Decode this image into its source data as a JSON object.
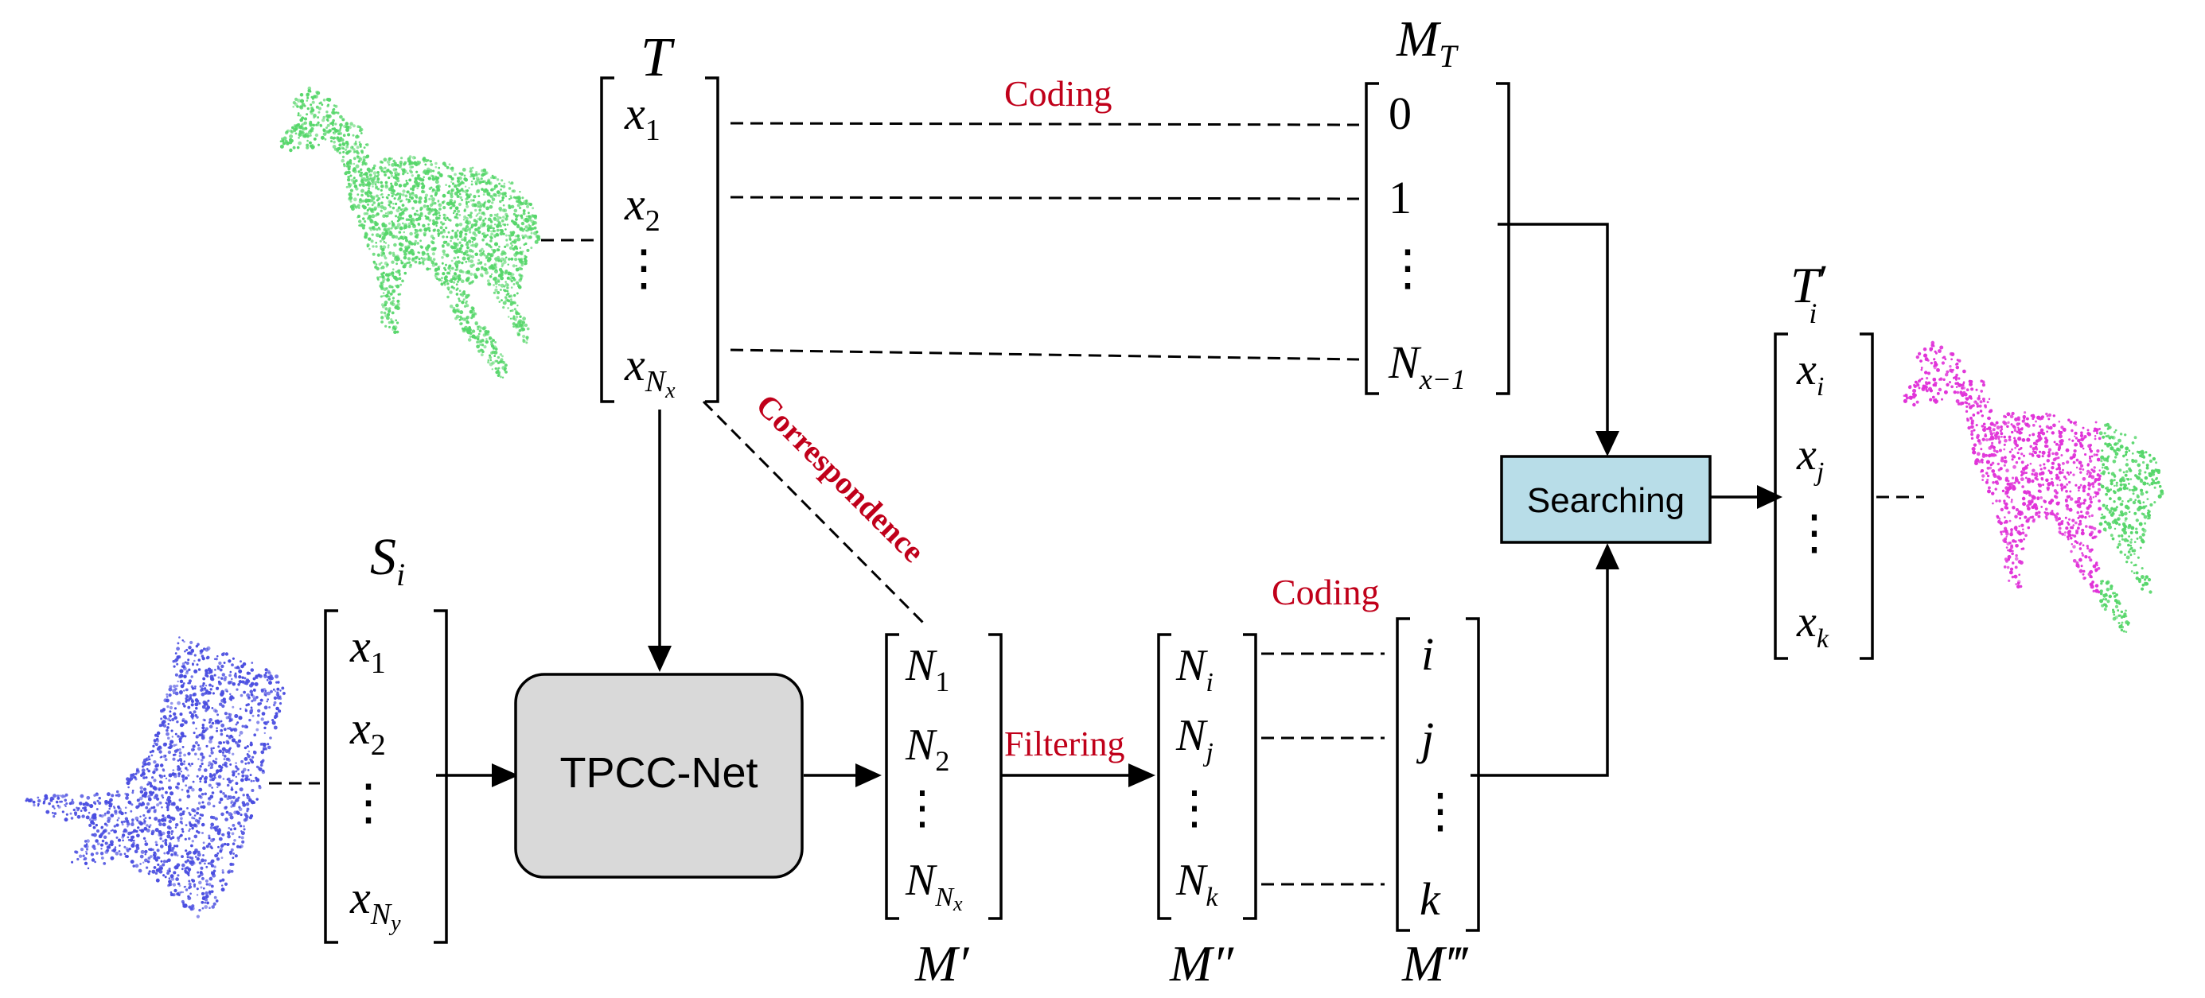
{
  "matrices": {
    "T": {
      "label": "T",
      "rows": [
        {
          "b": "x",
          "s": "1"
        },
        {
          "b": "x",
          "s": "2"
        },
        {
          "b": "⋮",
          "s": ""
        },
        {
          "b": "x",
          "s": "N",
          "ss": "x"
        }
      ]
    },
    "MT": {
      "label": "M",
      "label_sub": "T",
      "rows": [
        {
          "b": "0"
        },
        {
          "b": "1"
        },
        {
          "b": "⋮"
        },
        {
          "b": "N",
          "s": "x−1"
        }
      ]
    },
    "Si": {
      "label": "S",
      "label_sub": "i",
      "rows": [
        {
          "b": "x",
          "s": "1"
        },
        {
          "b": "x",
          "s": "2"
        },
        {
          "b": "⋮",
          "s": ""
        },
        {
          "b": "x",
          "s": "N",
          "ss": "y"
        }
      ]
    },
    "Mp": {
      "label": "M′",
      "rows": [
        {
          "b": "N",
          "s": "1"
        },
        {
          "b": "N",
          "s": "2"
        },
        {
          "b": "⋮",
          "s": ""
        },
        {
          "b": "N",
          "s": "N",
          "ss": "x"
        }
      ]
    },
    "Mpp": {
      "label": "M″",
      "rows": [
        {
          "b": "N",
          "s": "i"
        },
        {
          "b": "N",
          "s": "j"
        },
        {
          "b": "⋮",
          "s": ""
        },
        {
          "b": "N",
          "s": "k"
        }
      ]
    },
    "Mppp": {
      "label": "M‴",
      "rows": [
        {
          "b": "i"
        },
        {
          "b": "j"
        },
        {
          "b": "⋮"
        },
        {
          "b": "k"
        }
      ]
    },
    "Ti": {
      "label": "T",
      "label_sub": "i",
      "label_prime": "′",
      "rows": [
        {
          "b": "x",
          "s": "i"
        },
        {
          "b": "x",
          "s": "j"
        },
        {
          "b": "⋮",
          "s": ""
        },
        {
          "b": "x",
          "s": "k"
        }
      ]
    }
  },
  "annotations": {
    "coding_top": "Coding",
    "coding_bottom": "Coding",
    "correspondence": "Correspondence",
    "filtering": "Filtering"
  },
  "boxes": {
    "tpcc": "TPCC-Net",
    "searching": "Searching"
  },
  "colors": {
    "annotation_red": "#c0001a",
    "tpcc_fill": "#d9d9d9",
    "searching_fill": "#b8dde8",
    "cloud_green": "#56d66a",
    "cloud_blue": "#4a4ee0",
    "cloud_magenta": "#e033d8"
  },
  "icons": [
    "horse-point-cloud-green",
    "partial-point-cloud-blue",
    "horse-point-cloud-colored"
  ]
}
